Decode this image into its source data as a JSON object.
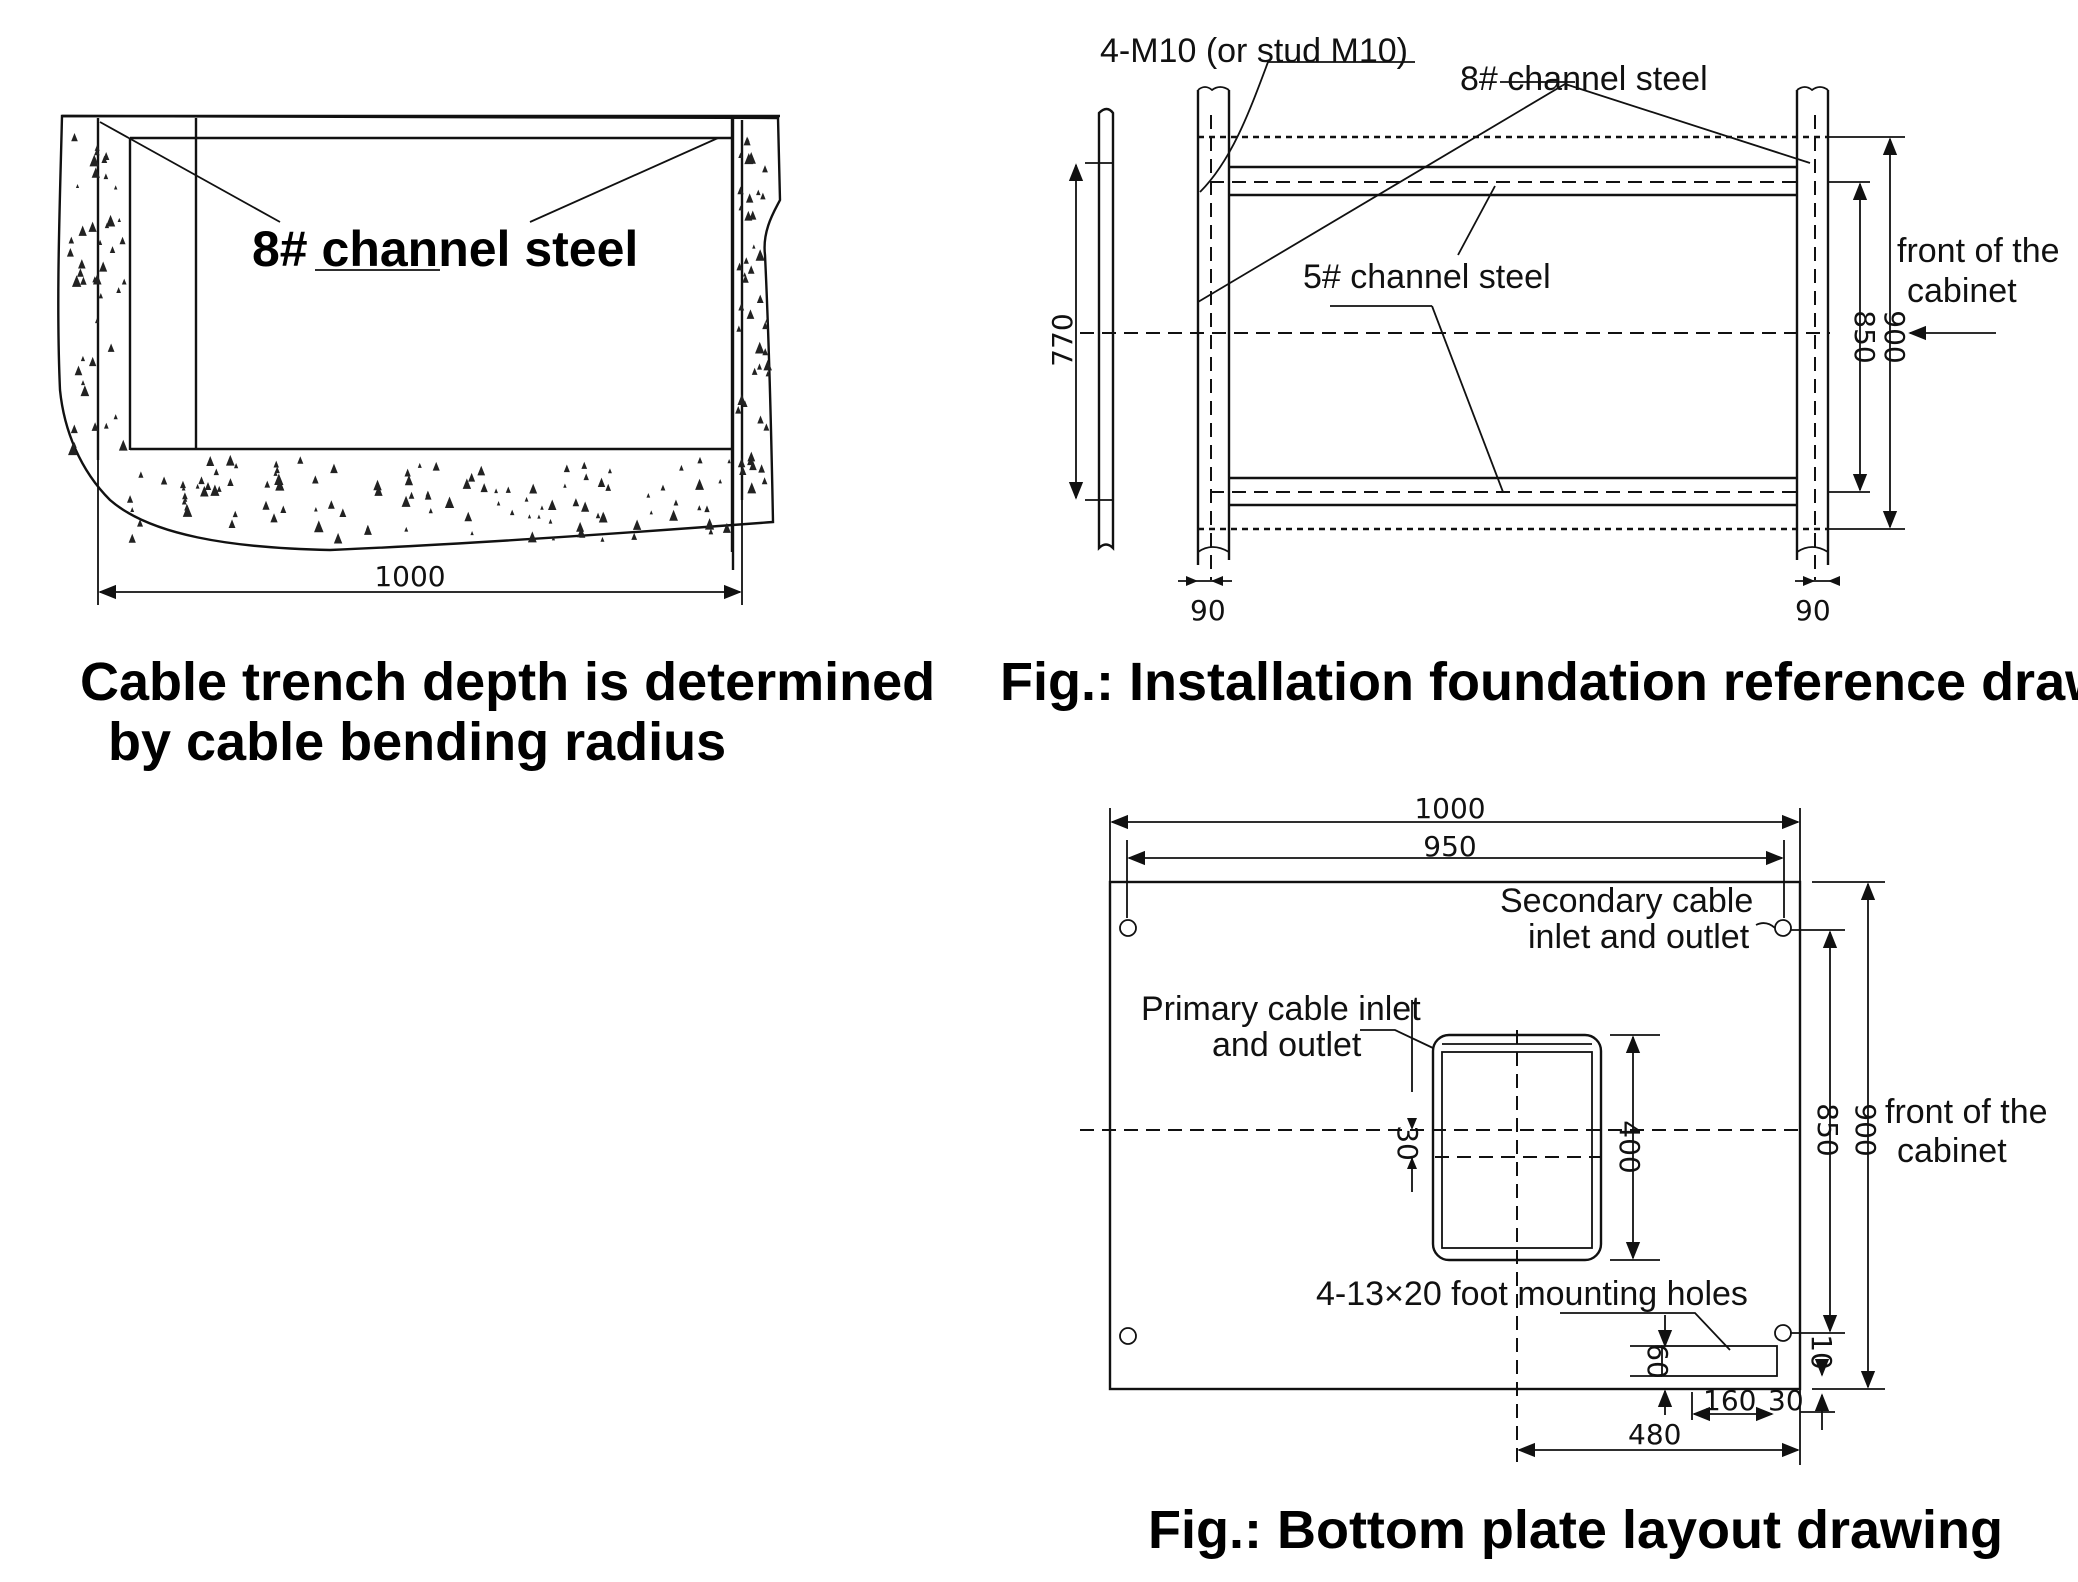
{
  "trench_figure": {
    "callout": "8# channel steel",
    "width_dimension": "1000",
    "caption_line1": "Cable trench depth is determined",
    "caption_line2": "by cable bending radius"
  },
  "foundation_figure": {
    "bolt_label": "4-M10 (or stud M10)",
    "channel8_label": "8# channel steel",
    "channel5_label": "5# channel steel",
    "front_label_line1": "front of the",
    "front_label_line2": "cabinet",
    "dim_770": "770",
    "dim_850": "850",
    "dim_900": "900",
    "dim_left_90": "90",
    "dim_right_90": "90",
    "caption": "Fig.: Installation foundation reference drawing"
  },
  "bottom_plate_figure": {
    "dim_1000": "1000",
    "dim_950": "950",
    "secondary_label_line1": "Secondary cable",
    "secondary_label_line2": "inlet and outlet",
    "primary_label_line1": "Primary cable inlet",
    "primary_label_line2": "and outlet",
    "mounting_label": "4-13×20 foot mounting holes",
    "front_label_line1": "front of the",
    "front_label_line2": "cabinet",
    "dim_30": "30",
    "dim_400": "400",
    "dim_850": "850",
    "dim_900": "900",
    "dim_60": "60",
    "dim_10": "10",
    "dim_160": "160",
    "dim_30b": "30",
    "dim_480": "480",
    "caption": "Fig.: Bottom plate layout drawing"
  }
}
